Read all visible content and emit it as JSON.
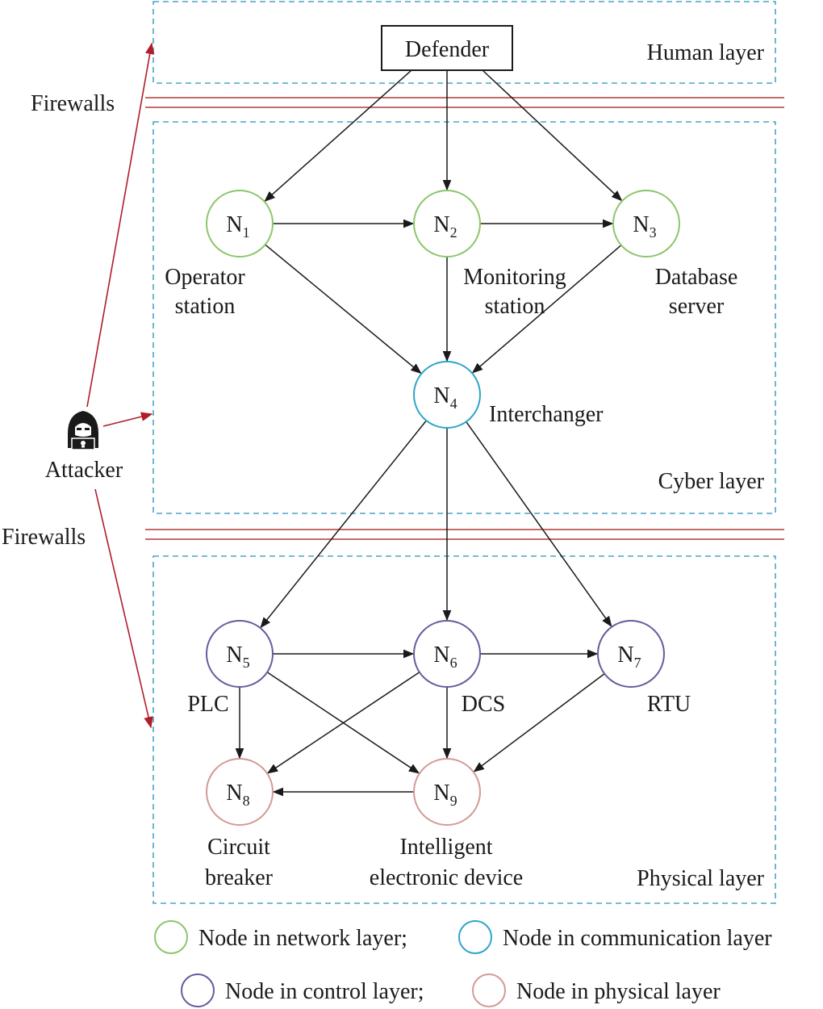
{
  "layers": {
    "human": "Human layer",
    "cyber": "Cyber layer",
    "physical": "Physical layer"
  },
  "defender": "Defender",
  "attacker": "Attacker",
  "firewalls": [
    "Firewalls",
    "Firewalls"
  ],
  "nodes": [
    {
      "id": "N",
      "sub": "1",
      "labels": [
        "Operator",
        "station"
      ],
      "type": "network"
    },
    {
      "id": "N",
      "sub": "2",
      "labels": [
        "Monitoring",
        "station"
      ],
      "type": "network"
    },
    {
      "id": "N",
      "sub": "3",
      "labels": [
        "Database",
        "server"
      ],
      "type": "network"
    },
    {
      "id": "N",
      "sub": "4",
      "labels": [
        "Interchanger"
      ],
      "type": "communication"
    },
    {
      "id": "N",
      "sub": "5",
      "labels": [
        "PLC"
      ],
      "type": "control"
    },
    {
      "id": "N",
      "sub": "6",
      "labels": [
        "DCS"
      ],
      "type": "control"
    },
    {
      "id": "N",
      "sub": "7",
      "labels": [
        "RTU"
      ],
      "type": "control"
    },
    {
      "id": "N",
      "sub": "8",
      "labels": [
        "Circuit",
        "breaker"
      ],
      "type": "physical"
    },
    {
      "id": "N",
      "sub": "9",
      "labels": [
        "Intelligent",
        "electronic device"
      ],
      "type": "physical"
    }
  ],
  "legend": [
    {
      "text": "Node in network layer;",
      "type": "network"
    },
    {
      "text": "Node in communication layer",
      "type": "communication"
    },
    {
      "text": "Node in control layer;",
      "type": "control"
    },
    {
      "text": "Node in physical layer",
      "type": "physical"
    }
  ],
  "colors": {
    "network": "#8cc66b",
    "communication": "#2fa5c9",
    "control": "#6a5a9c",
    "physical": "#d39a96",
    "layer_border": "#4aa3c8",
    "firewall": "#b23a3a",
    "attack_arrow": "#b01c2a",
    "edge": "#1a1a1a"
  },
  "edges": [
    [
      "defender",
      1
    ],
    [
      "defender",
      2
    ],
    [
      "defender",
      3
    ],
    [
      1,
      2
    ],
    [
      2,
      3
    ],
    [
      1,
      4
    ],
    [
      2,
      4
    ],
    [
      3,
      4
    ],
    [
      4,
      5
    ],
    [
      4,
      6
    ],
    [
      4,
      7
    ],
    [
      5,
      6
    ],
    [
      6,
      7
    ],
    [
      5,
      8
    ],
    [
      5,
      9
    ],
    [
      6,
      8
    ],
    [
      6,
      9
    ],
    [
      7,
      9
    ],
    [
      9,
      8
    ]
  ],
  "icons": {
    "attacker": "hacker-icon"
  }
}
